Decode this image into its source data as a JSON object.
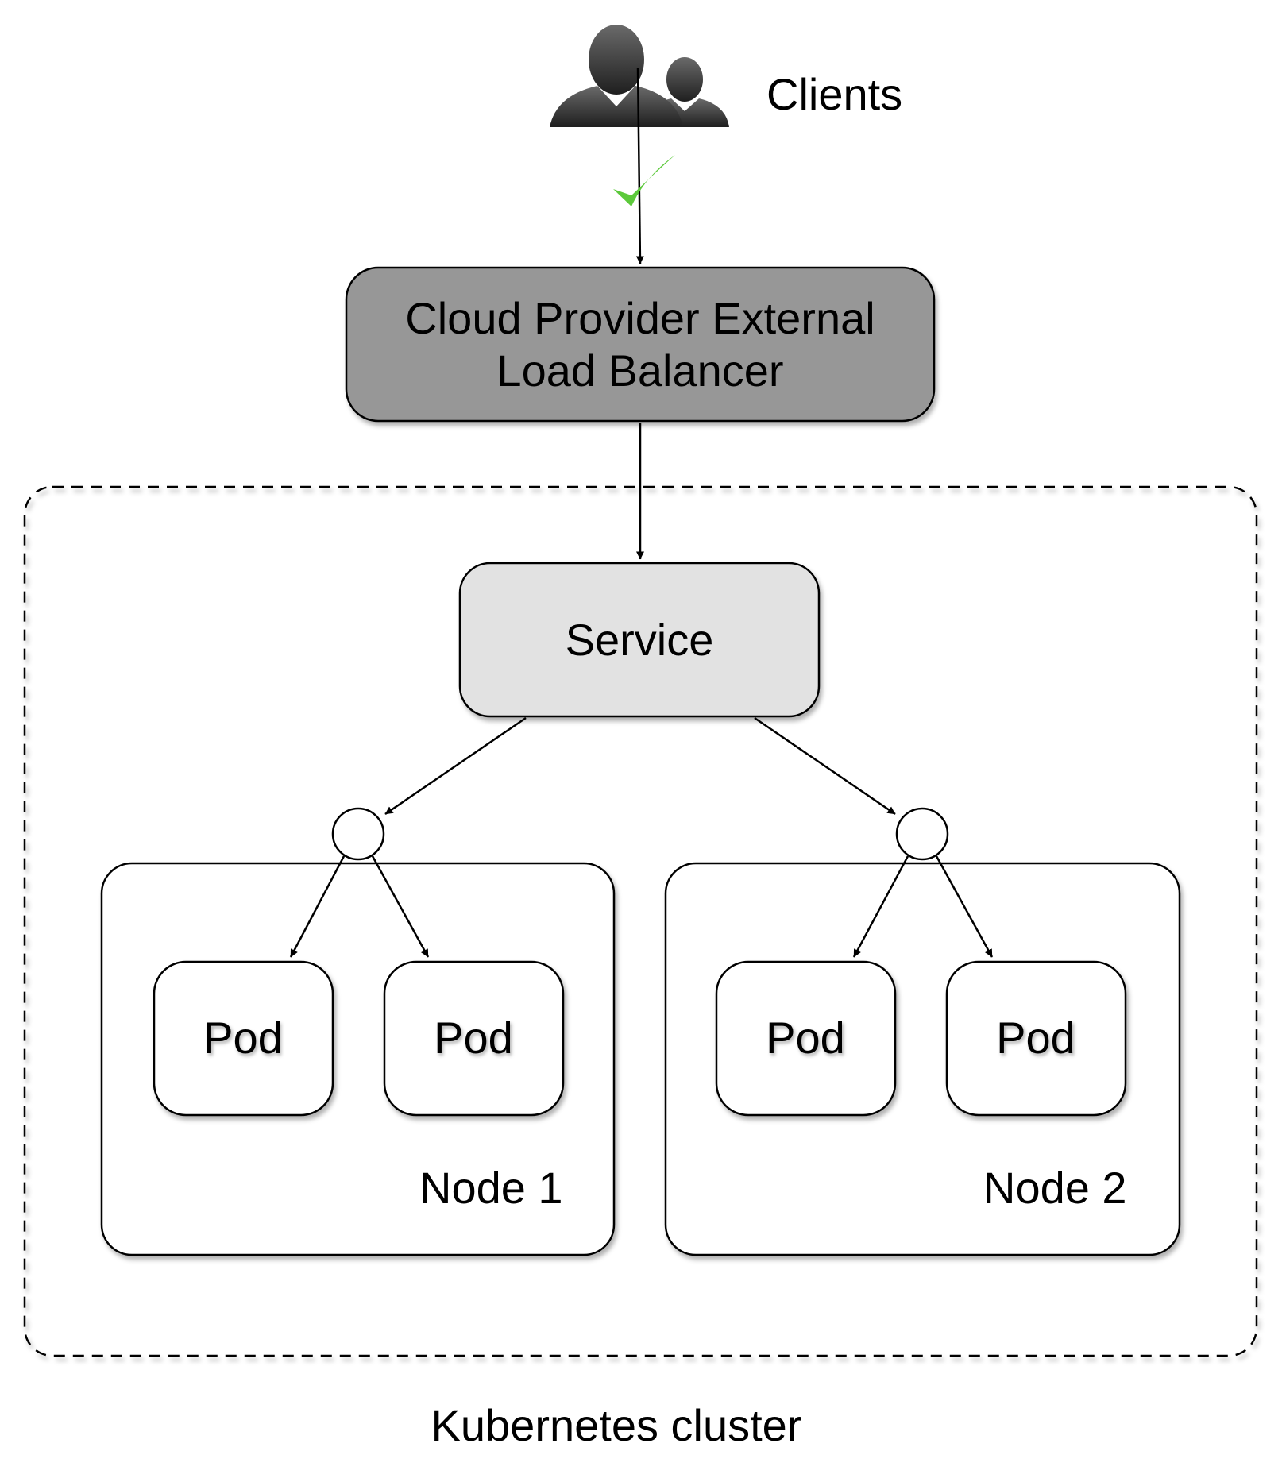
{
  "clients": {
    "label": "Clients",
    "icon": "users-icon"
  },
  "checkmark": {
    "icon": "checkmark-icon",
    "color": "#5cc93b"
  },
  "load_balancer": {
    "line1": "Cloud Provider External",
    "line2": "Load Balancer",
    "fill": "#979797"
  },
  "service": {
    "label": "Service",
    "fill": "#e2e2e2"
  },
  "nodes": [
    {
      "label": "Node 1",
      "pods": [
        "Pod",
        "Pod"
      ]
    },
    {
      "label": "Node 2",
      "pods": [
        "Pod",
        "Pod"
      ]
    }
  ],
  "cluster": {
    "label": "Kubernetes cluster"
  }
}
